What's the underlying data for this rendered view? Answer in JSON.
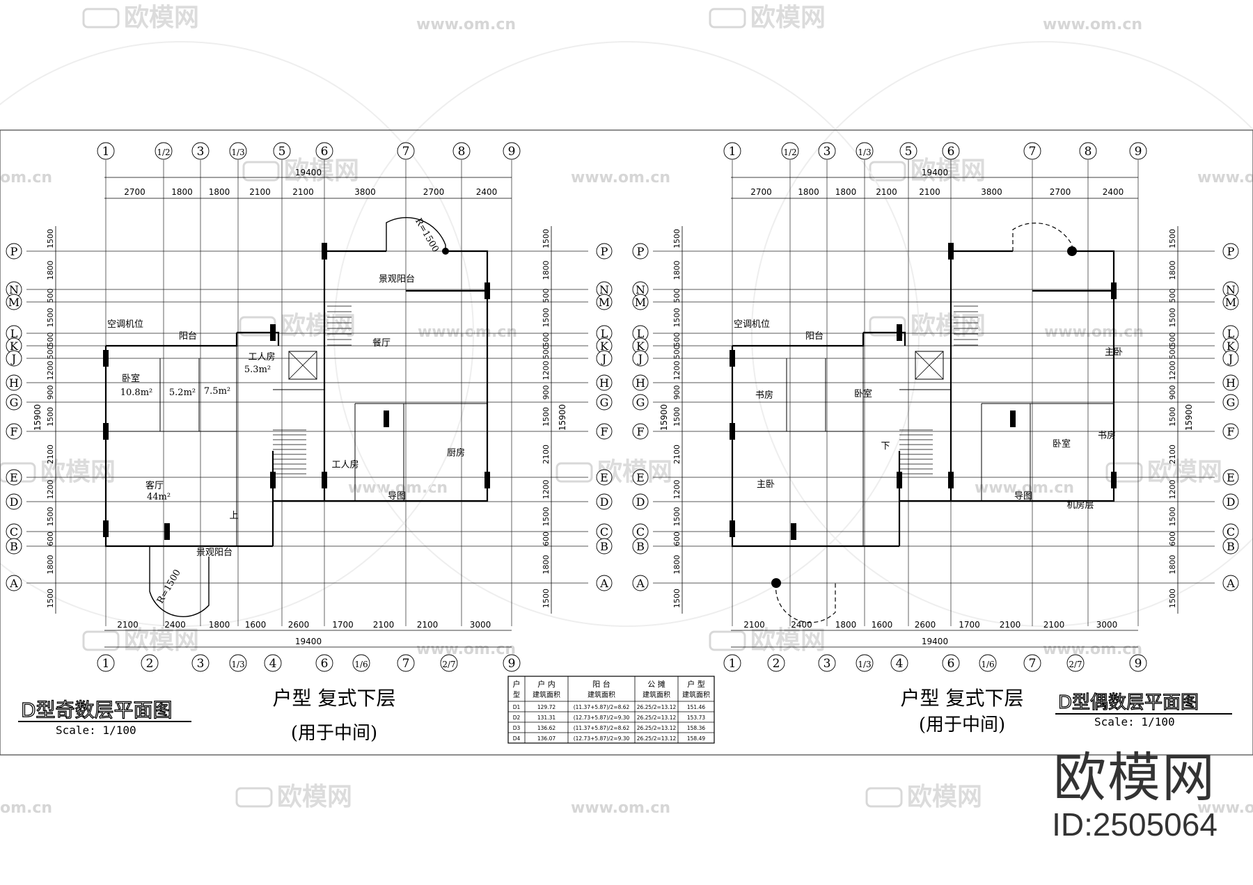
{
  "watermark": {
    "logo": "欧模网",
    "url": "www.om.cn",
    "url_short": "om.cn"
  },
  "brand": {
    "name": "欧模网",
    "id": "ID:2505064"
  },
  "grid": {
    "top_axes": [
      "1",
      "1/2",
      "3",
      "1/3",
      "5",
      "6",
      "7",
      "8",
      "9"
    ],
    "bottom_axes": [
      "1",
      "2",
      "3",
      "1/3",
      "4",
      "6",
      "1/6",
      "7",
      "2/7",
      "9"
    ],
    "rows": [
      "P",
      "N",
      "M",
      "L",
      "K",
      "J",
      "H",
      "G",
      "F",
      "E",
      "D",
      "C",
      "B",
      "A"
    ],
    "top_total": "19400",
    "top_dims": [
      "2700",
      "1800",
      "1800",
      "2100",
      "2100",
      "3800",
      "2700",
      "2400"
    ],
    "bottom_total": "19400",
    "bottom_dims": [
      "2100",
      "2400",
      "1800",
      "1600",
      "2600",
      "1700",
      "2100",
      "2100",
      "3000"
    ],
    "side_total": "15900",
    "side_dims": [
      "1500",
      "1800",
      "500",
      "1500",
      "500",
      "500",
      "1200",
      "900",
      "1500",
      "2100",
      "1200",
      "1500",
      "600",
      "1800",
      "1500"
    ]
  },
  "left_plan": {
    "rooms": [
      {
        "key": "ac",
        "label": "空调机位"
      },
      {
        "key": "balcony",
        "label": "阳台"
      },
      {
        "key": "bedroom",
        "label": "卧室"
      },
      {
        "key": "bedroom_area",
        "label": "10.8m²"
      },
      {
        "key": "bath_area",
        "label": "5.2m²"
      },
      {
        "key": "kitchen_area",
        "label": "7.5m²"
      },
      {
        "key": "worker",
        "label": "工人房"
      },
      {
        "key": "worker_area",
        "label": "5.3m²"
      },
      {
        "key": "dining",
        "label": "餐厅"
      },
      {
        "key": "view_balcony_top",
        "label": "景观阳台"
      },
      {
        "key": "living",
        "label": "客厅"
      },
      {
        "key": "living_area",
        "label": "44m²"
      },
      {
        "key": "worker2",
        "label": "工人房"
      },
      {
        "key": "guide",
        "label": "导图"
      },
      {
        "key": "kitchen2",
        "label": "厨房"
      },
      {
        "key": "view_balcony_bottom",
        "label": "景观阳台"
      },
      {
        "key": "up",
        "label": "上"
      },
      {
        "key": "radius_top",
        "label": "R=1500"
      },
      {
        "key": "radius_bottom",
        "label": "R=1500"
      }
    ],
    "title_main": "户型 复式下层",
    "title_sub": "(用于中间)",
    "plan_name": "D型奇数层平面图",
    "scale": "Scale:  1/100"
  },
  "right_plan": {
    "rooms": [
      {
        "key": "ac",
        "label": "空调机位"
      },
      {
        "key": "balcony",
        "label": "阳台"
      },
      {
        "key": "study",
        "label": "书房"
      },
      {
        "key": "bedroom",
        "label": "卧室"
      },
      {
        "key": "master",
        "label": "主卧"
      },
      {
        "key": "down",
        "label": "下"
      },
      {
        "key": "master_top",
        "label": "主卧"
      },
      {
        "key": "bedroom2",
        "label": "卧室"
      },
      {
        "key": "study2",
        "label": "书房"
      },
      {
        "key": "guide",
        "label": "导图"
      },
      {
        "key": "mech",
        "label": "机房层"
      }
    ],
    "title_main": "户型 复式下层",
    "title_sub": "(用于中间)",
    "plan_name": "D型偶数层平面图",
    "scale": "Scale:  1/100"
  },
  "area_table": {
    "headers": [
      [
        "户",
        "型"
      ],
      [
        "户  内",
        "建筑面积"
      ],
      [
        "阳  台",
        "建筑面积"
      ],
      [
        "公  摊",
        "建筑面积"
      ],
      [
        "户  型",
        "建筑面积"
      ]
    ],
    "rows": [
      [
        "D1",
        "129.72",
        "(11.37+5.87)/2=8.62",
        "26.25/2=13.12",
        "151.46"
      ],
      [
        "D2",
        "131.31",
        "(12.73+5.87)/2=9.30",
        "26.25/2=13.12",
        "153.73"
      ],
      [
        "D3",
        "136.62",
        "(11.37+5.87)/2=8.62",
        "26.25/2=13.12",
        "158.36"
      ],
      [
        "D4",
        "136.07",
        "(12.73+5.87)/2=9.30",
        "26.25/2=13.12",
        "158.49"
      ]
    ]
  }
}
